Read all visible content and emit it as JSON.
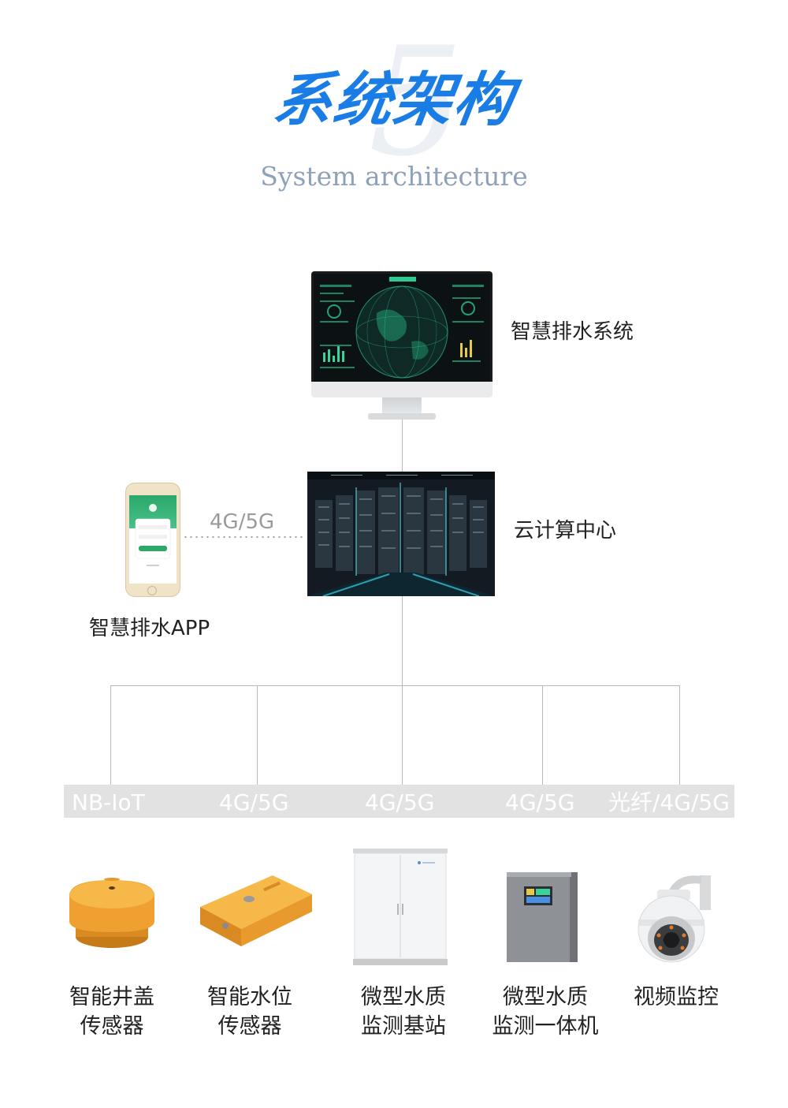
{
  "header": {
    "number": "5",
    "title": "系统架构",
    "subtitle": "System architecture"
  },
  "nodes": {
    "monitor_label": "智慧排水系统",
    "cloud_label": "云计算中心",
    "app_label": "智慧排水APP",
    "app_link_label": "4G/5G"
  },
  "networks": [
    "NB-IoT",
    "4G/5G",
    "4G/5G",
    "4G/5G",
    "光纤/4G/5G"
  ],
  "devices": [
    {
      "line1": "智能井盖",
      "line2": "传感器"
    },
    {
      "line1": "智能水位",
      "line2": "传感器"
    },
    {
      "line1": "微型水质",
      "line2": "监测基站"
    },
    {
      "line1": "微型水质",
      "line2": "监测一体机"
    },
    {
      "line1": "视频监控",
      "line2": ""
    }
  ],
  "colors": {
    "title": "#1a7de6",
    "subtitle": "#8fa1b8",
    "device_orange": "#f0a030",
    "screen_green": "#2fe0a0"
  }
}
